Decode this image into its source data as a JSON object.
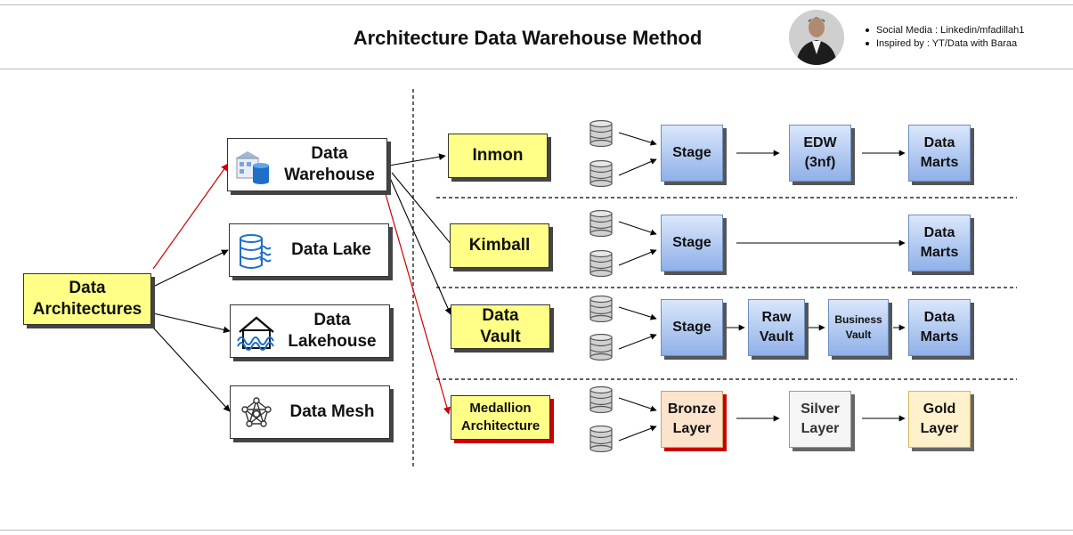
{
  "header": {
    "title": "Architecture Data Warehouse Method",
    "credits": [
      "Social Media : Linkedin/mfadillah1",
      "Inspired by : YT/Data with Baraa"
    ]
  },
  "root": {
    "label": "Data Architectures"
  },
  "architectures": [
    {
      "label": "Data Warehouse",
      "icon": "data-warehouse-icon"
    },
    {
      "label": "Data Lake",
      "icon": "data-lake-icon"
    },
    {
      "label": "Data Lakehouse",
      "icon": "data-lakehouse-icon"
    },
    {
      "label": "Data Mesh",
      "icon": "data-mesh-icon"
    }
  ],
  "methods": [
    {
      "label": "Inmon",
      "flow": [
        "Stage",
        "EDW (3nf)",
        "Data Marts"
      ]
    },
    {
      "label": "Kimball",
      "flow": [
        "Stage",
        "Data Marts"
      ]
    },
    {
      "label": "Data Vault",
      "flow": [
        "Stage",
        "Raw Vault",
        "Business Vault",
        "Data Marts"
      ]
    },
    {
      "label": "Medallion Architecture",
      "flow": [
        "Bronze Layer",
        "Silver Layer",
        "Gold Layer"
      ]
    }
  ],
  "colors": {
    "highlight": "#cc0000",
    "method_fill": "#ffff88",
    "stage_fill": "#8fb0e8"
  }
}
